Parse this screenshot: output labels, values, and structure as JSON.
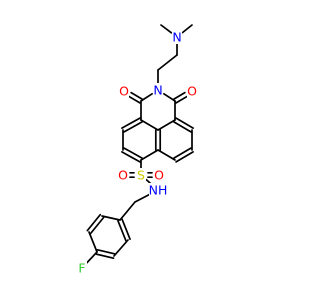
{
  "molecule": {
    "atoms": [
      {
        "id": "N_amine",
        "symbol": "N",
        "color": "#0000ff"
      },
      {
        "id": "N_imide",
        "symbol": "N",
        "color": "#0000ff"
      },
      {
        "id": "O_top_left",
        "symbol": "O",
        "color": "#ff0000"
      },
      {
        "id": "O_top_right",
        "symbol": "O",
        "color": "#ff0000"
      },
      {
        "id": "S_sulfonyl",
        "symbol": "S",
        "color": "#cccc00"
      },
      {
        "id": "O_sulfonyl_left",
        "symbol": "O",
        "color": "#ff0000"
      },
      {
        "id": "O_sulfonyl_right",
        "symbol": "O",
        "color": "#ff0000"
      },
      {
        "id": "NH_sulfonamide",
        "symbol": "NH",
        "color": "#0000ff"
      },
      {
        "id": "F_para",
        "symbol": "F",
        "color": "#33cc33"
      }
    ],
    "bond_color": "#000000"
  }
}
